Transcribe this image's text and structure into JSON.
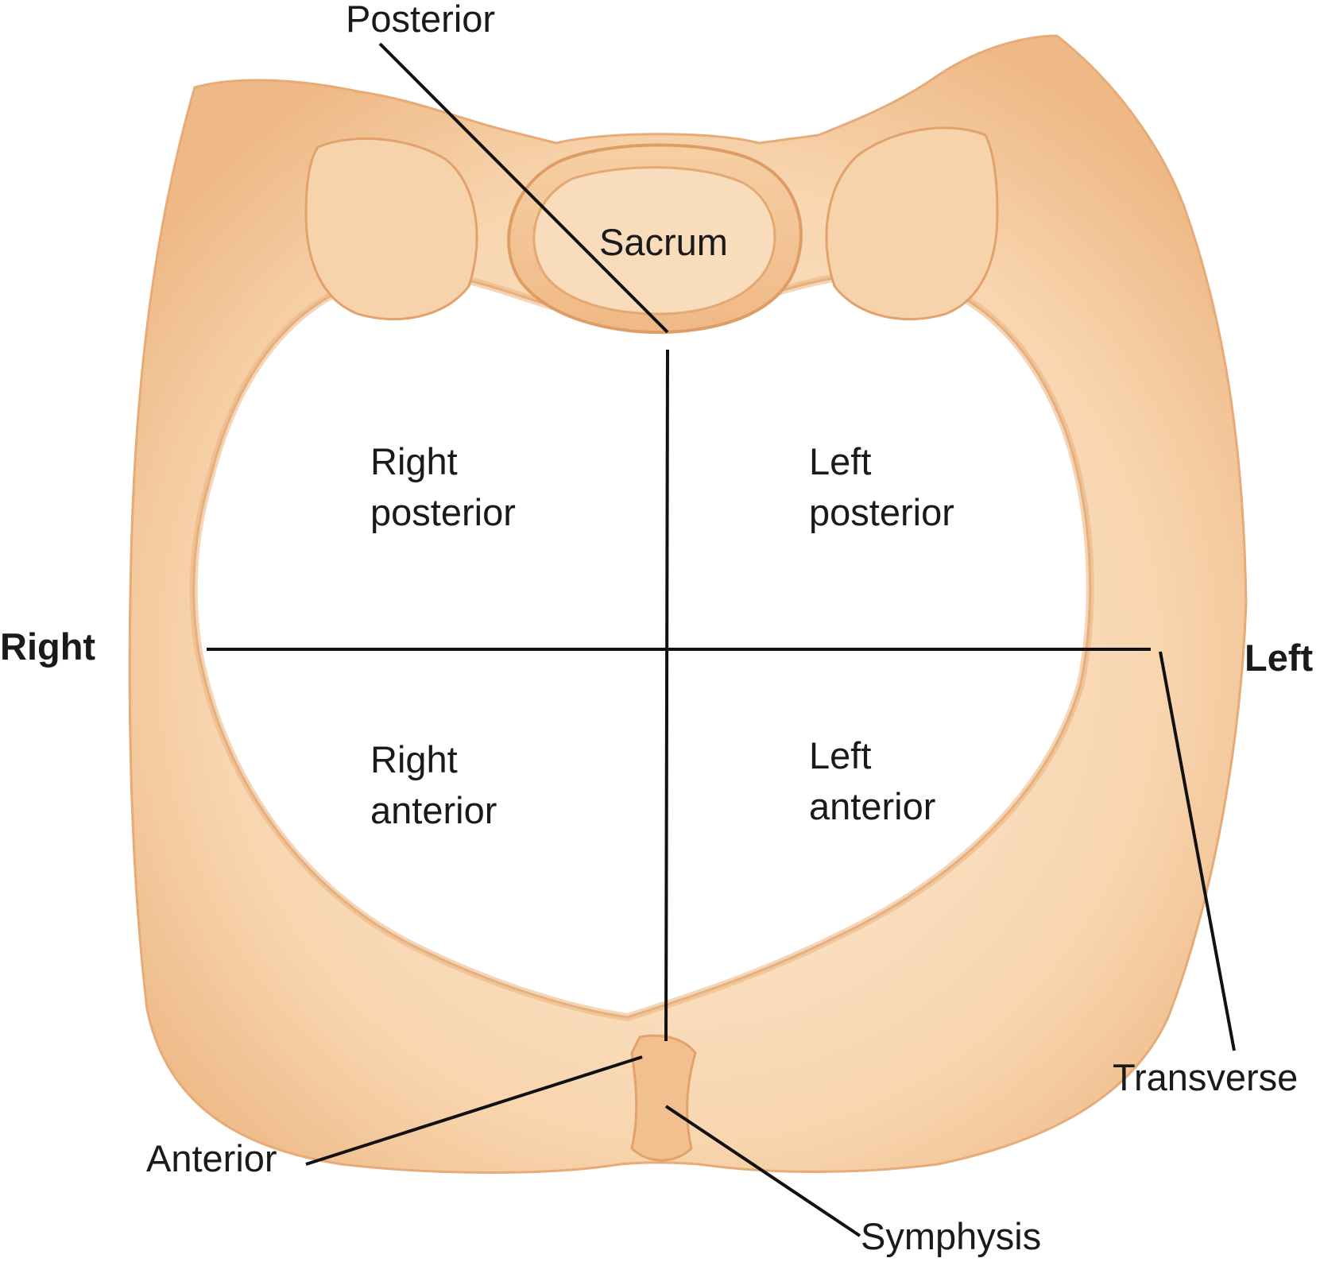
{
  "labels": {
    "posterior": "Posterior",
    "sacrum": "Sacrum",
    "right": "Right",
    "left": "Left",
    "transverse": "Transverse",
    "anterior": "Anterior",
    "symphysis": "Symphysis"
  },
  "quadrants": {
    "right_posterior": [
      "Right",
      "posterior"
    ],
    "left_posterior": [
      "Left",
      "posterior"
    ],
    "right_anterior": [
      "Right",
      "anterior"
    ],
    "left_anterior": [
      "Left",
      "anterior"
    ]
  },
  "colors": {
    "bone_light": "#fbe3c6",
    "bone_mid": "#f2c08f",
    "bone_shadow": "#e3a26b",
    "line": "#111111"
  }
}
